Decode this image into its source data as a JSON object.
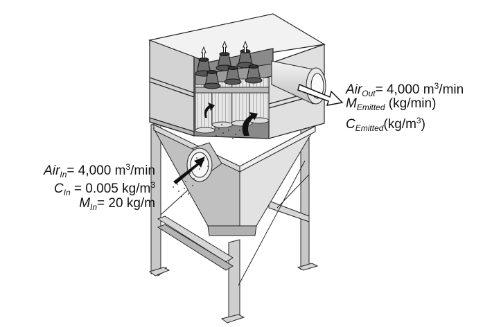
{
  "outlet": {
    "air_sym": "Air",
    "air_sub": "Out",
    "air_value": "= 4,000 m",
    "air_exp": "3",
    "air_unit": "/min",
    "m_sym": "M",
    "m_sub": "Emitted",
    "m_unit": " (kg/min)",
    "c_sym": "C",
    "c_sub": "Emitted",
    "c_unit_a": "(kg/m",
    "c_exp": "3",
    "c_unit_b": ")"
  },
  "inlet": {
    "air_sym": "Air",
    "air_sub": "In",
    "air_value": "= 4,000 m",
    "air_exp": "3",
    "air_unit": "/min",
    "c_sym": "C",
    "c_sub": "In",
    "c_value": " = 0.005 kg/m",
    "c_exp": "3",
    "m_sym": "M",
    "m_sub": "In",
    "m_value": "= 20 kg/m"
  }
}
